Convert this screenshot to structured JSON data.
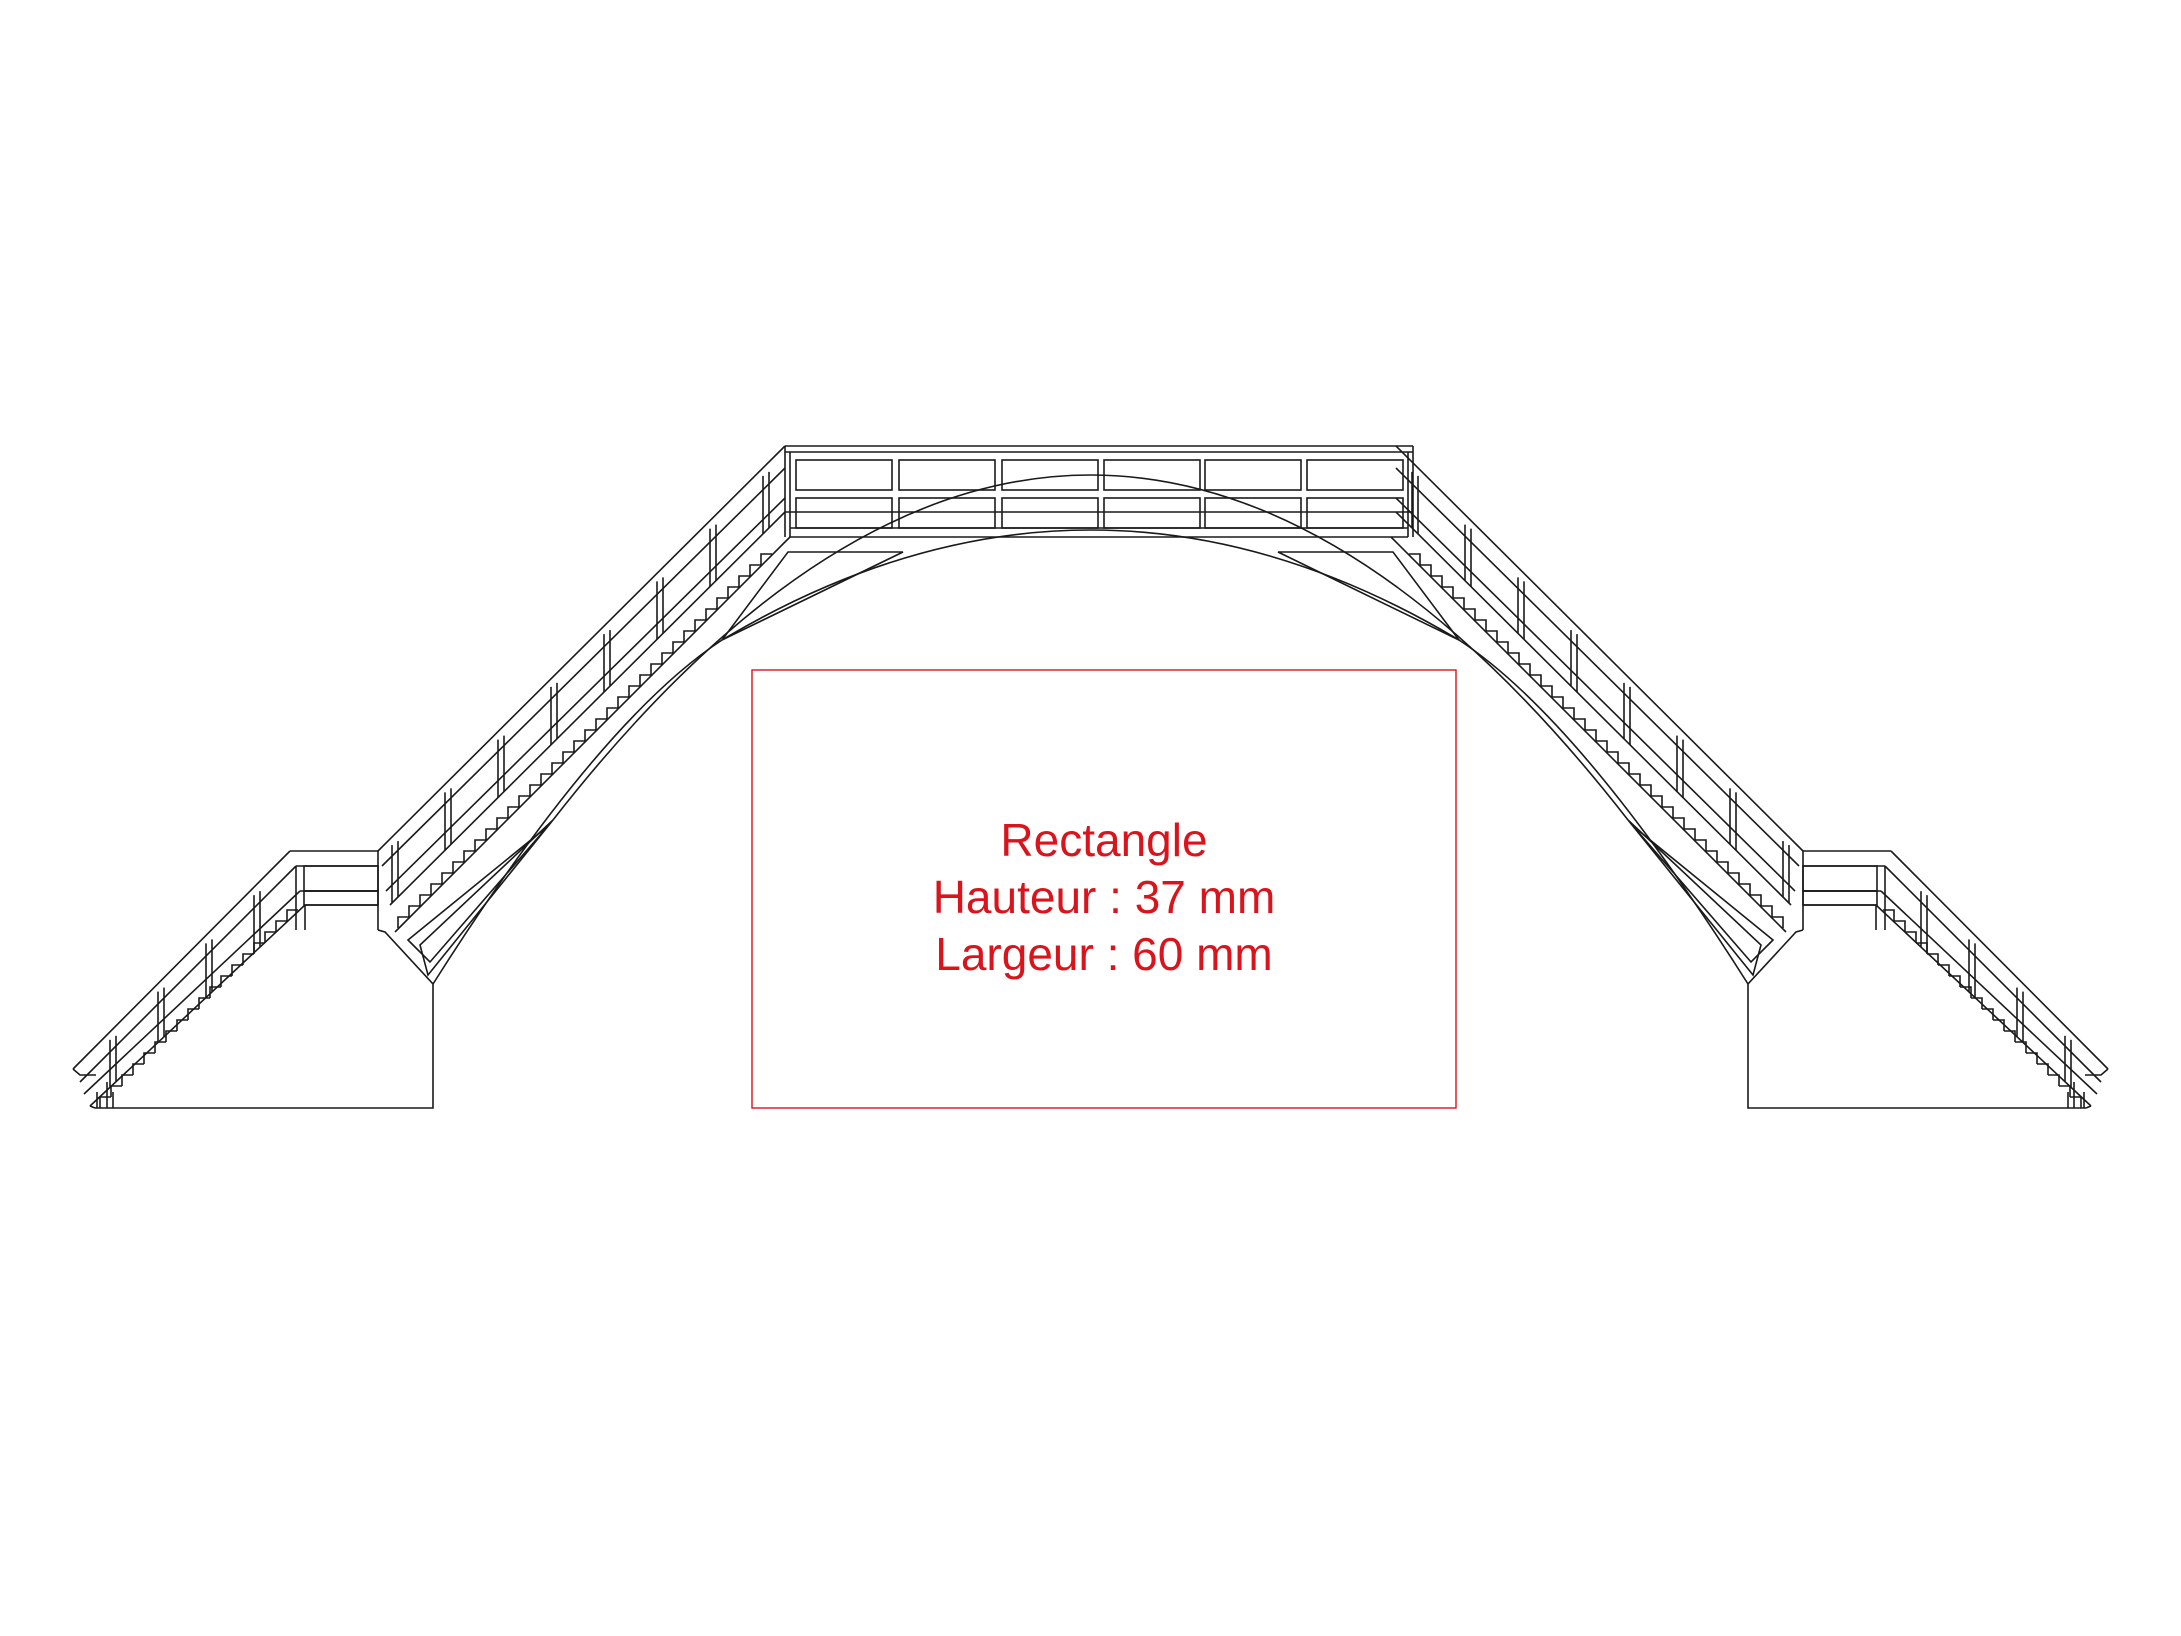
{
  "drawing": {
    "line_color": "#1a1a1a",
    "annotation_color": "#d9141c",
    "annotation": {
      "line1": "Rectangle",
      "line2": "Hauteur : 37 mm",
      "line3": "Largeur : 60 mm"
    }
  }
}
